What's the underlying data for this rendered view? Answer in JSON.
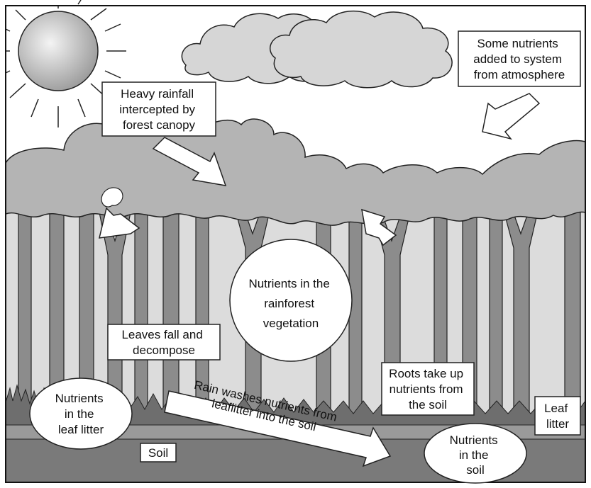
{
  "diagram": {
    "labels": {
      "atmosphere": [
        "Some nutrients",
        "added to system",
        "from atmosphere"
      ],
      "rainfall": [
        "Heavy rainfall",
        "intercepted by",
        "forest canopy"
      ],
      "vegetation": [
        "Nutrients in the",
        "rainforest",
        "vegetation"
      ],
      "leaves_fall": [
        "Leaves fall and",
        "decompose"
      ],
      "roots": [
        "Roots take up",
        "nutrients from",
        "the soil"
      ],
      "leaf_litter_nutrients": [
        "Nutrients",
        "in the",
        "leaf litter"
      ],
      "rain_washes": [
        "Rain washes nutrients from",
        "leaflitter into the soil"
      ],
      "leaf_litter_layer": [
        "Leaf",
        "litter"
      ],
      "soil_layer": "Soil",
      "soil_nutrients": [
        "Nutrients",
        "in the",
        "soil"
      ]
    }
  }
}
